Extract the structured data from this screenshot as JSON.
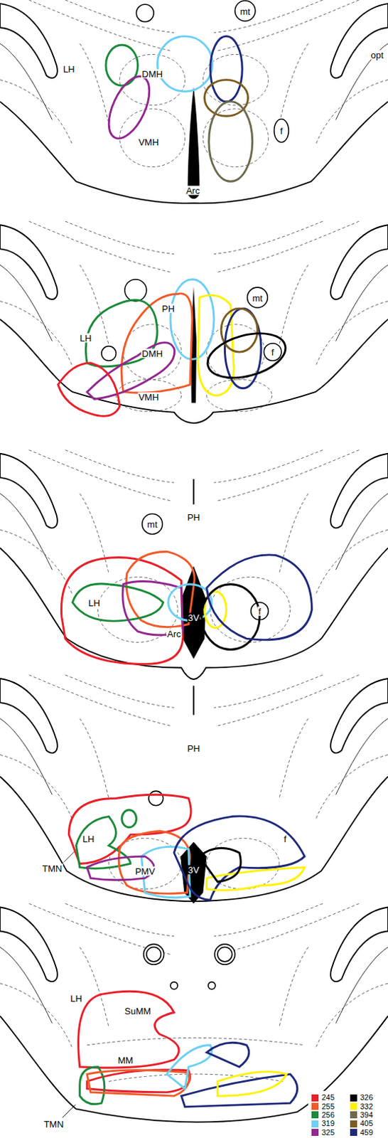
{
  "diagram": {
    "labels": [
      "mt",
      "LH",
      "DMH",
      "opt",
      "f",
      "VMH",
      "Arc",
      "mt",
      "PH",
      "LH",
      "DMH",
      "f",
      "VMH",
      "PH",
      "mt",
      "LH",
      "3V",
      "f",
      "Arc",
      "PH",
      "LH",
      "f",
      "TMN",
      "PMV",
      "3V",
      "LH",
      "SuMM",
      "MM",
      "TMN"
    ],
    "legend": [
      {
        "text": "245",
        "color": "#e8202a"
      },
      {
        "text": "255",
        "color": "#f15a29"
      },
      {
        "text": "256",
        "color": "#1b8a3a"
      },
      {
        "text": "319",
        "color": "#6dcff6"
      },
      {
        "text": "325",
        "color": "#92278f"
      },
      {
        "text": "326",
        "color": "#000000"
      },
      {
        "text": "332",
        "color": "#fff200"
      },
      {
        "text": "394",
        "color": "#6d6b4b"
      },
      {
        "text": "405",
        "color": "#7b5c1e"
      },
      {
        "text": "459",
        "color": "#1f2a7a"
      }
    ]
  }
}
